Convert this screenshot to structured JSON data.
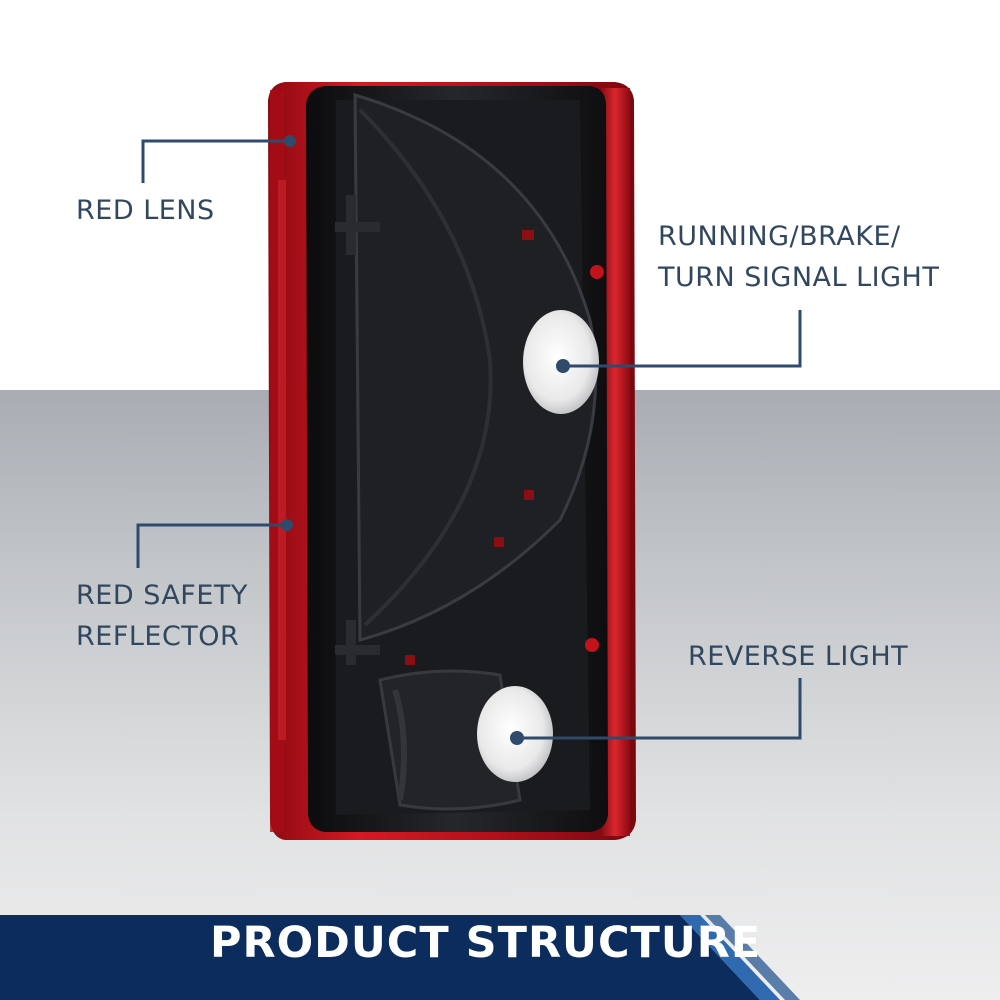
{
  "callouts": {
    "red_lens": "RED LENS",
    "running_line1": "RUNNING/BRAKE/",
    "running_line2": "TURN SIGNAL LIGHT",
    "reflector_line1": "RED SAFETY",
    "reflector_line2": "REFLECTOR",
    "reverse": "REVERSE LIGHT"
  },
  "banner": {
    "title": "PRODUCT STRUCTURE"
  },
  "colors": {
    "label": "#32475f",
    "callout_line": "#2f4a6b",
    "lens_red": "#c8101c",
    "housing": "#141416",
    "banner": "#0b2c5c",
    "banner_accent": "#2f6ab0"
  }
}
